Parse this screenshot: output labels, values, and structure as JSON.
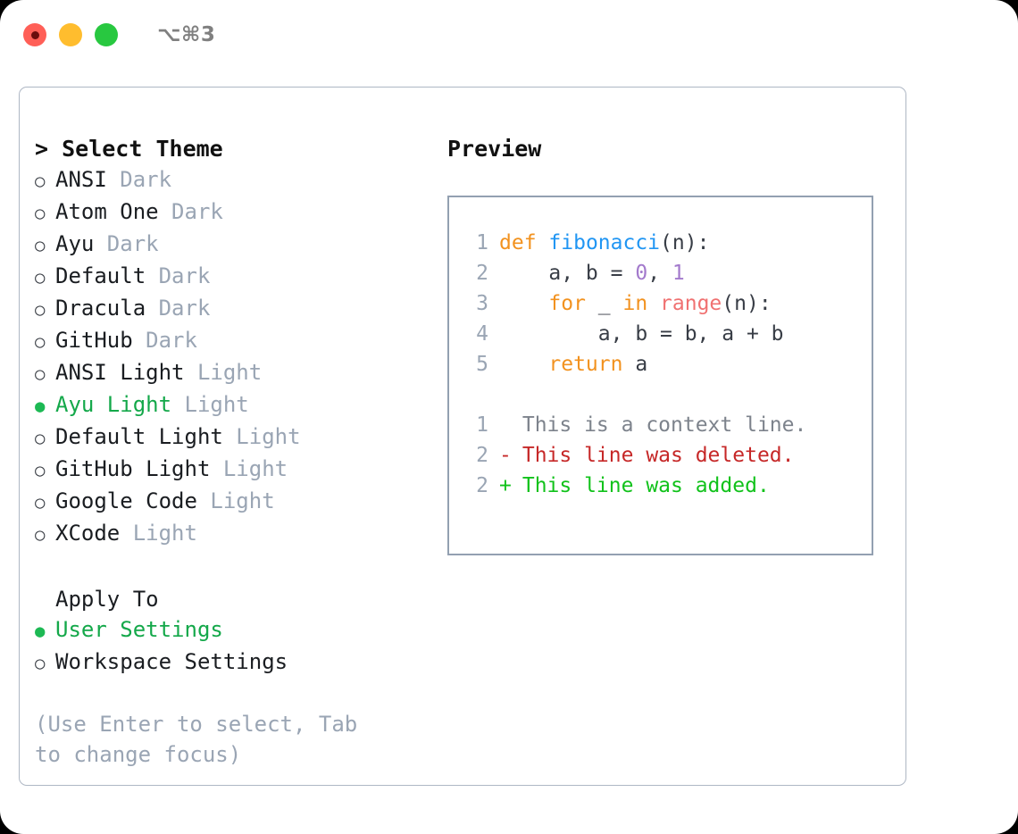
{
  "titlebar": {
    "lights": [
      "close-red",
      "minimize-amber",
      "zoom-green"
    ],
    "shortcut": "⌥⌘3"
  },
  "left": {
    "heading": "> Select Theme",
    "themes": [
      {
        "marker": "○",
        "name": "ANSI",
        "kind": "Dark",
        "selected": false
      },
      {
        "marker": "○",
        "name": "Atom One",
        "kind": "Dark",
        "selected": false
      },
      {
        "marker": "○",
        "name": "Ayu",
        "kind": "Dark",
        "selected": false
      },
      {
        "marker": "○",
        "name": "Default",
        "kind": "Dark",
        "selected": false
      },
      {
        "marker": "○",
        "name": "Dracula",
        "kind": "Dark",
        "selected": false
      },
      {
        "marker": "○",
        "name": "GitHub",
        "kind": "Dark",
        "selected": false
      },
      {
        "marker": "○",
        "name": "ANSI Light",
        "kind": "Light",
        "selected": false
      },
      {
        "marker": "●",
        "name": "Ayu Light",
        "kind": "Light",
        "selected": true
      },
      {
        "marker": "○",
        "name": "Default Light",
        "kind": "Light",
        "selected": false
      },
      {
        "marker": "○",
        "name": "GitHub Light",
        "kind": "Light",
        "selected": false
      },
      {
        "marker": "○",
        "name": "Google Code",
        "kind": "Light",
        "selected": false
      },
      {
        "marker": "○",
        "name": "XCode",
        "kind": "Light",
        "selected": false
      }
    ],
    "apply_to_heading": "Apply To",
    "apply_to": [
      {
        "marker": "●",
        "name": "User Settings",
        "selected": true
      },
      {
        "marker": "○",
        "name": "Workspace Settings",
        "selected": false
      }
    ],
    "hint": "(Use Enter to select, Tab to change focus)"
  },
  "right": {
    "title": "Preview",
    "code": [
      {
        "ln": "1",
        "tokens": [
          {
            "t": "def",
            "c": "kw"
          },
          {
            "t": " ",
            "c": ""
          },
          {
            "t": "fibonacci",
            "c": "fn"
          },
          {
            "t": "(n):",
            "c": ""
          }
        ]
      },
      {
        "ln": "2",
        "tokens": [
          {
            "t": "    a, b = ",
            "c": ""
          },
          {
            "t": "0",
            "c": "num"
          },
          {
            "t": ", ",
            "c": ""
          },
          {
            "t": "1",
            "c": "num"
          }
        ]
      },
      {
        "ln": "3",
        "tokens": [
          {
            "t": "    ",
            "c": ""
          },
          {
            "t": "for",
            "c": "kw"
          },
          {
            "t": " _ ",
            "c": ""
          },
          {
            "t": "in",
            "c": "kw"
          },
          {
            "t": " ",
            "c": ""
          },
          {
            "t": "range",
            "c": "call"
          },
          {
            "t": "(n):",
            "c": ""
          }
        ]
      },
      {
        "ln": "4",
        "tokens": [
          {
            "t": "        a, b = b, a + b",
            "c": ""
          }
        ]
      },
      {
        "ln": "5",
        "tokens": [
          {
            "t": "    ",
            "c": ""
          },
          {
            "t": "return",
            "c": "kw"
          },
          {
            "t": " a",
            "c": ""
          }
        ]
      }
    ],
    "diff": [
      {
        "ln": "1",
        "mark": " ",
        "text": "This is a context line.",
        "kind": "d-ctx"
      },
      {
        "ln": "2",
        "mark": "-",
        "text": "This line was deleted.",
        "kind": "d-del"
      },
      {
        "ln": "2",
        "mark": "+",
        "text": "This line was added.",
        "kind": "d-add"
      }
    ]
  },
  "colors": {
    "accent_green": "#14a84a",
    "muted": "#9aa5b4",
    "keyword": "#f2921f",
    "function": "#2196f3",
    "builtin": "#f07171",
    "number": "#a37acc",
    "diff_delete": "#c62828",
    "diff_add": "#11c21b",
    "border": "#93a0b1"
  }
}
